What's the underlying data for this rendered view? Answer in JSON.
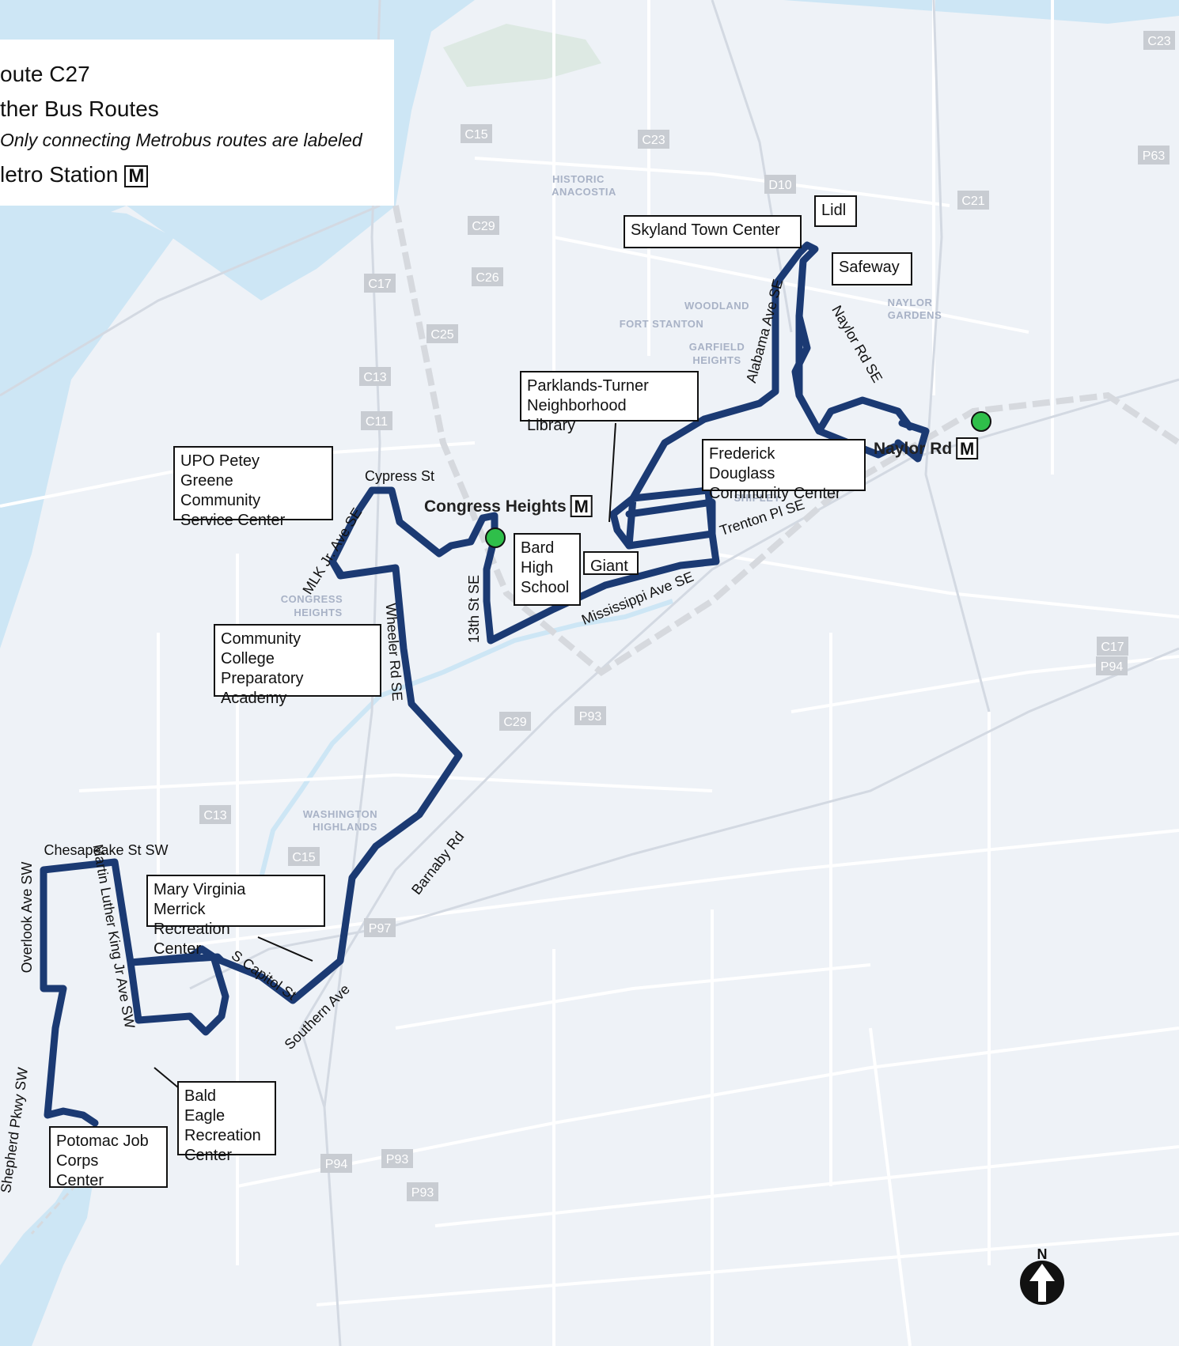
{
  "legend": {
    "route_label": "oute C27",
    "other_routes_label": "ther Bus Routes",
    "note": "Only connecting Metrobus routes are labeled",
    "metro_station_label": "letro Station",
    "metro_symbol": "M"
  },
  "route_badges": [
    "C23",
    "P63",
    "C15",
    "C23",
    "D10",
    "C21",
    "HISTORIC",
    "C29",
    "C17",
    "C26",
    "C25",
    "C13",
    "C11",
    "C29",
    "P93",
    "P93",
    "P94",
    "C17",
    "C13",
    "C15",
    "P97",
    "P94",
    "P93"
  ],
  "neighborhoods": [
    "HISTORIC",
    "ANACOSTIA",
    "WOODLAND",
    "FORT STANTON",
    "GARFIELD",
    "HEIGHTS",
    "NAYLOR",
    "GARDENS",
    "SHIPLEY",
    "CONGRESS",
    "HEIGHTS",
    "WASHINGTON",
    "HIGHLANDS"
  ],
  "street_labels": [
    "Cypress St",
    "MLK Jr. Ave SE",
    "Wheeler Rd SE",
    "13th St SE",
    "Mississippi Ave SE",
    "Trenton Pl SE",
    "Alabama Ave SE",
    "Naylor Rd SE",
    "Barnaby Rd",
    "Chesapeake St SW",
    "Overlook Ave SW",
    "Martin Luther King Jr Ave SW",
    "S Capitol St",
    "Southern Ave",
    "Shepherd Pkwy SW"
  ],
  "stations": [
    {
      "name": "Congress Heights",
      "symbol": "M"
    },
    {
      "name": "Naylor Rd",
      "symbol": "M"
    }
  ],
  "places": [
    "Skyland Town Center",
    "Lidl",
    "Safeway",
    "Parklands-Turner Neighborhood Library",
    "Frederick Douglass Community Center",
    "UPO Petey Greene Community Service Center",
    "Bard High School",
    "Giant",
    "Community College Preparatory Academy",
    "Mary Virginia Merrick Recreation Center",
    "Bald Eagle Recreation Center",
    "Potomac Job Corps Center"
  ],
  "north_label": "N",
  "colors": {
    "route": "#1b3a73",
    "stop": "#2fbf4a",
    "water": "#cde6f5",
    "land": "#eef2f7",
    "badge": "#c8ccd2"
  }
}
